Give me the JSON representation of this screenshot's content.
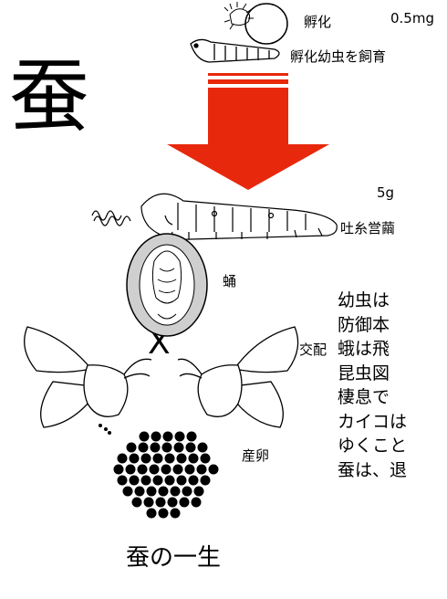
{
  "big_kanji": "蚕",
  "caption": "蚕の一生",
  "stages": {
    "hatch": "孵化",
    "hatch_weight": "0.5mg",
    "raising": "孵化幼虫を飼育",
    "larva_weight": "5g",
    "spinning": "吐糸営繭",
    "pupa": "蛹",
    "mating": "交配",
    "mating_symbol": "X",
    "eggs": "産卵"
  },
  "body_text": [
    "幼虫は",
    "防御本",
    "蛾は飛",
    "昆虫図",
    "棲息で",
    "カイコは",
    "ゆくこと",
    "蚕は、退"
  ],
  "colors": {
    "arrow": "#e8280c"
  },
  "icons": [
    "silkworm-egg-icon",
    "hatchling-icon",
    "arrow-down-icon",
    "silkworm-larva-icon",
    "cocoon-pupa-icon",
    "moth-icon",
    "egg-cluster-icon"
  ]
}
